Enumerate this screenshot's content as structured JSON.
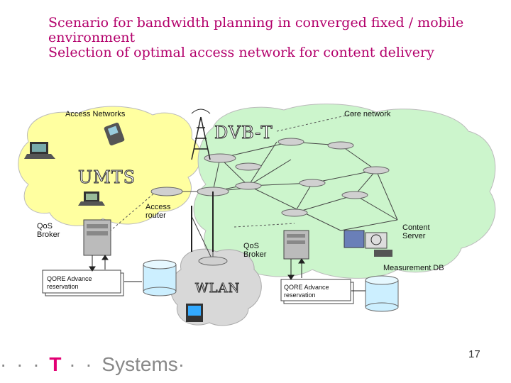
{
  "slide": {
    "title_line1": "Scenario for bandwidth planning in converged fixed / mobile",
    "title_line2": "environment",
    "title_line3": "Selection of optimal access network for content delivery",
    "page_number": "17"
  },
  "diagram": {
    "access_networks": "Access Networks",
    "core_network": "Core network",
    "dvbt": "DVB-T",
    "umts": "UMTS",
    "wlan": "WLAN",
    "access_router_1": "Access",
    "access_router_2": "router",
    "qos_broker_left_1": "QoS",
    "qos_broker_left_2": "Broker",
    "qos_broker_core_1": "QoS",
    "qos_broker_core_2": "Broker",
    "content_server_1": "Content",
    "content_server_2": "Server",
    "measurement_db": "Measurement DB",
    "qore_left_1": "QORE Advance",
    "qore_left_2": "reservation",
    "qore_right_1": "QORE Advance",
    "qore_right_2": "reservation"
  },
  "footer": {
    "logo_t": "T",
    "logo_systems": "Systems",
    "logo_dots_left": "· · · ",
    "logo_dots_mid": " · · ",
    "logo_dot_end": "·"
  },
  "colors": {
    "title": "#b3006b",
    "access_cloud": "#ffffa0",
    "core_cloud": "#ccf5cc",
    "wlan_cloud": "#d8d8d8",
    "brand_magenta": "#e20074"
  }
}
